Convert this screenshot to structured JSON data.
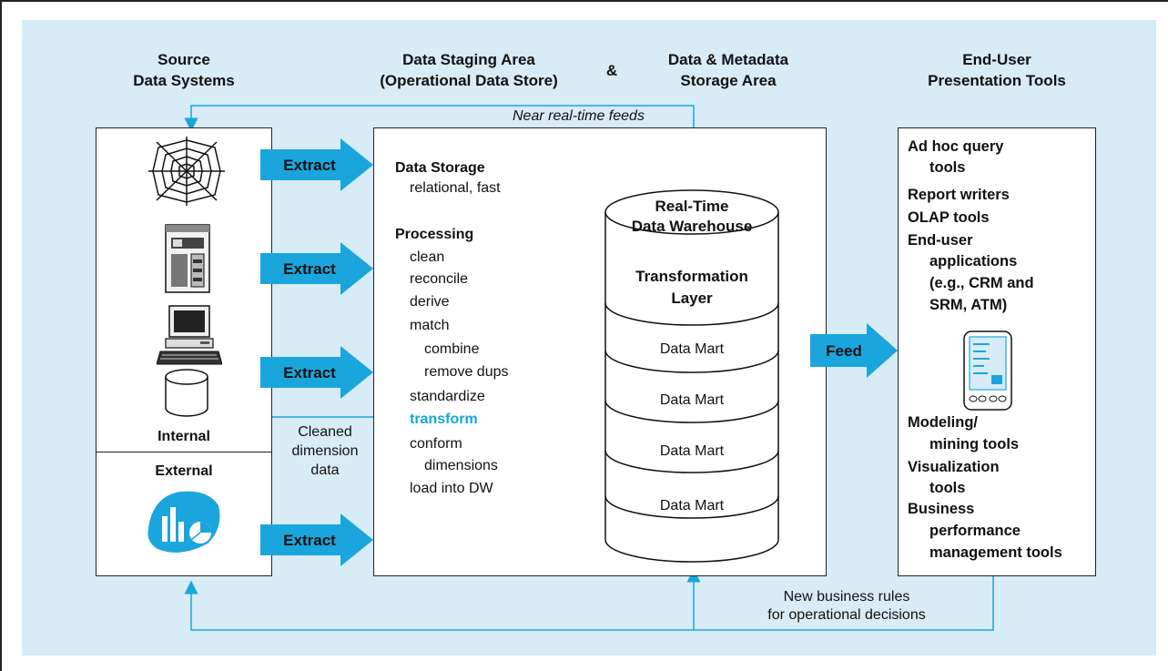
{
  "headers": {
    "source": [
      "Source",
      "Data Systems"
    ],
    "staging": [
      "Data Staging Area",
      "(Operational Data Store)"
    ],
    "ampersand": "&",
    "storage": [
      "Data & Metadata",
      "Storage Area"
    ],
    "enduser": [
      "End-User",
      "Presentation Tools"
    ]
  },
  "flow_labels": {
    "near_realtime": "Near real-time feeds",
    "cleaned": [
      "Cleaned",
      "dimension",
      "data"
    ],
    "new_rules": [
      "New business rules",
      "for operational decisions"
    ]
  },
  "source_box": {
    "internal_label": "Internal",
    "external_label": "External",
    "icons": [
      "web-icon",
      "mainframe-icon",
      "desktop-computer-icon",
      "database-icon",
      "external-chart-icon"
    ]
  },
  "extract_arrows": [
    "Extract",
    "Extract",
    "Extract",
    "Extract"
  ],
  "feed_arrow": "Feed",
  "staging_box": {
    "storage_title": "Data Storage",
    "storage_sub": "relational, fast",
    "processing_title": "Processing",
    "steps": [
      "clean",
      "reconcile",
      "derive",
      "match",
      "combine",
      "remove dups",
      "standardize",
      "transform",
      "conform",
      "dimensions",
      "load into DW"
    ]
  },
  "warehouse": {
    "title": [
      "Real-Time",
      "Data Warehouse"
    ],
    "layer": [
      "Transformation",
      "Layer"
    ],
    "marts": [
      "Data Mart",
      "Data Mart",
      "Data Mart",
      "Data Mart"
    ]
  },
  "enduser_box": {
    "lines": [
      "Ad hoc query",
      "tools",
      "Report writers",
      "OLAP tools",
      "End-user",
      "applications",
      "(e.g., CRM and",
      "SRM, ATM)",
      "Modeling/",
      "mining tools",
      "Visualization",
      "tools",
      "Business",
      "performance",
      "management tools"
    ]
  },
  "colors": {
    "panel": "#d7ecf6",
    "arrow": "#1aa6dc",
    "accent_text": "#1aa6dc"
  }
}
